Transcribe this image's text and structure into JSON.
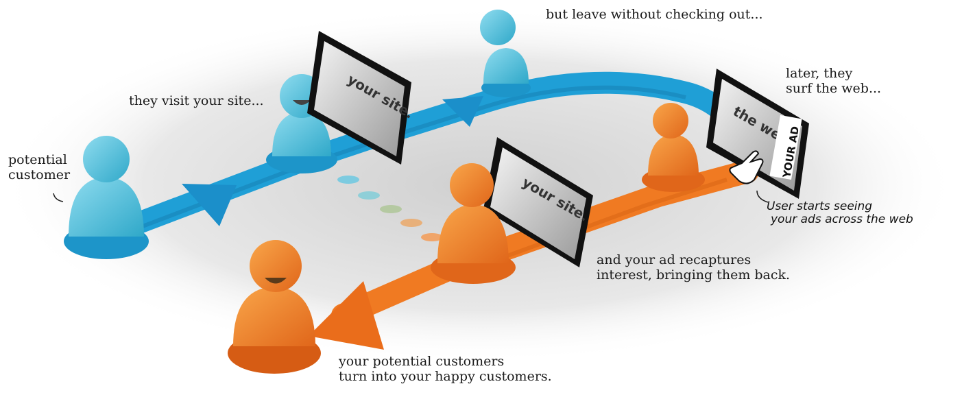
{
  "captions": {
    "potential_customer": [
      "potential",
      "customer"
    ],
    "visit": "they visit your site...",
    "leave": "but leave without checking out...",
    "surf": [
      "later, they",
      "surf the web..."
    ],
    "sees_ads": [
      "User starts seeing",
      "your ads across the web"
    ],
    "recapture": [
      "and your ad recaptures",
      "interest, bringing them back."
    ],
    "happy": [
      "your potential customers",
      "turn into your happy customers."
    ]
  },
  "screens": {
    "site_label": "your site.",
    "web_label": "the web.",
    "ad_label": "YOUR AD"
  },
  "colors": {
    "blue_path": "#1f9fd6",
    "blue_figure": "#5bc3dc",
    "orange_path": "#f07a22",
    "orange_figure": "#f28a2a",
    "ellipse": "#e6e6e6"
  }
}
